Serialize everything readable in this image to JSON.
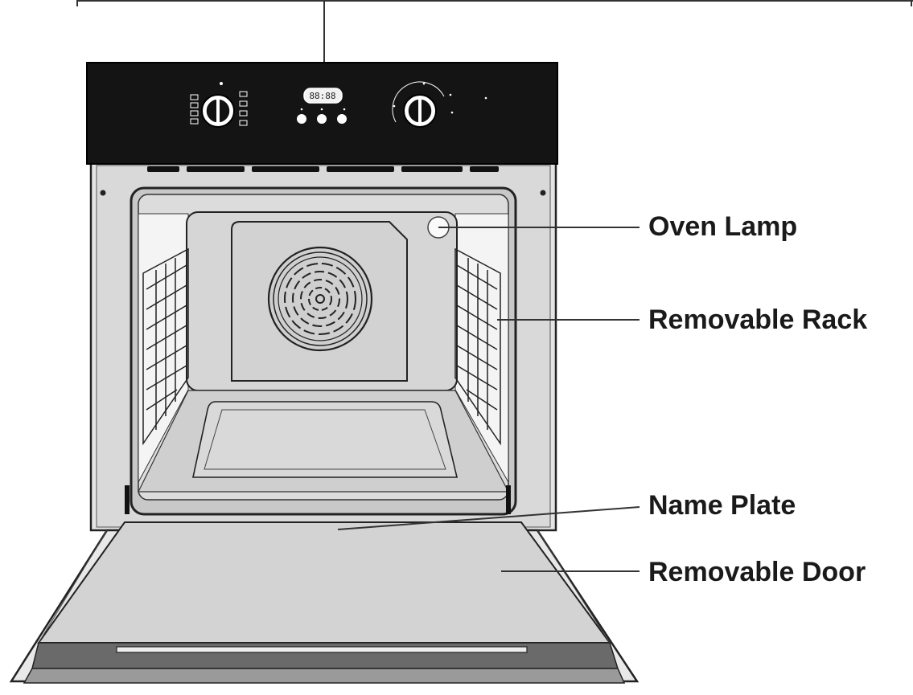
{
  "callouts": {
    "oven_lamp": "Oven Lamp",
    "removable_rack": "Removable Rack",
    "name_plate": "Name Plate",
    "removable_door": "Removable Door"
  },
  "control_panel": {
    "display_readout": "88:88"
  },
  "colors": {
    "panel": "#141414",
    "body_outline": "#222222",
    "cavity_fill": "#d4d4d4",
    "door_fill": "#d0d0d0",
    "leader_line": "#333333"
  }
}
